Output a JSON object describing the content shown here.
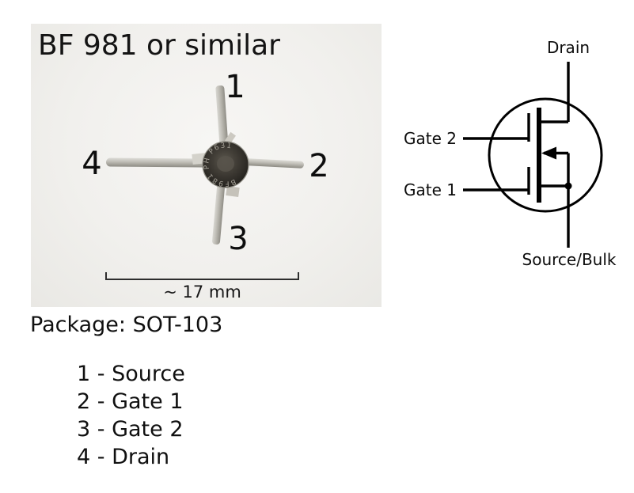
{
  "figure": {
    "photo": {
      "title": "BF 981 or similar",
      "pin_labels": [
        "1",
        "2",
        "3",
        "4"
      ],
      "scale_label": "~ 17 mm",
      "device_marking": "BF981 PH P631"
    },
    "schematic": {
      "drain_label": "Drain",
      "gate2_label": "Gate 2",
      "gate1_label": "Gate 1",
      "source_bulk_label": "Source/Bulk"
    },
    "package_label": "Package: SOT-103",
    "pinout": [
      {
        "text": "1 - Source"
      },
      {
        "text": "2 - Gate 1"
      },
      {
        "text": "3 - Gate 2"
      },
      {
        "text": "4 - Drain"
      }
    ],
    "colors": {
      "photo_background": "#f1f0ed",
      "text": "#121212",
      "schematic_line": "#000000"
    }
  }
}
